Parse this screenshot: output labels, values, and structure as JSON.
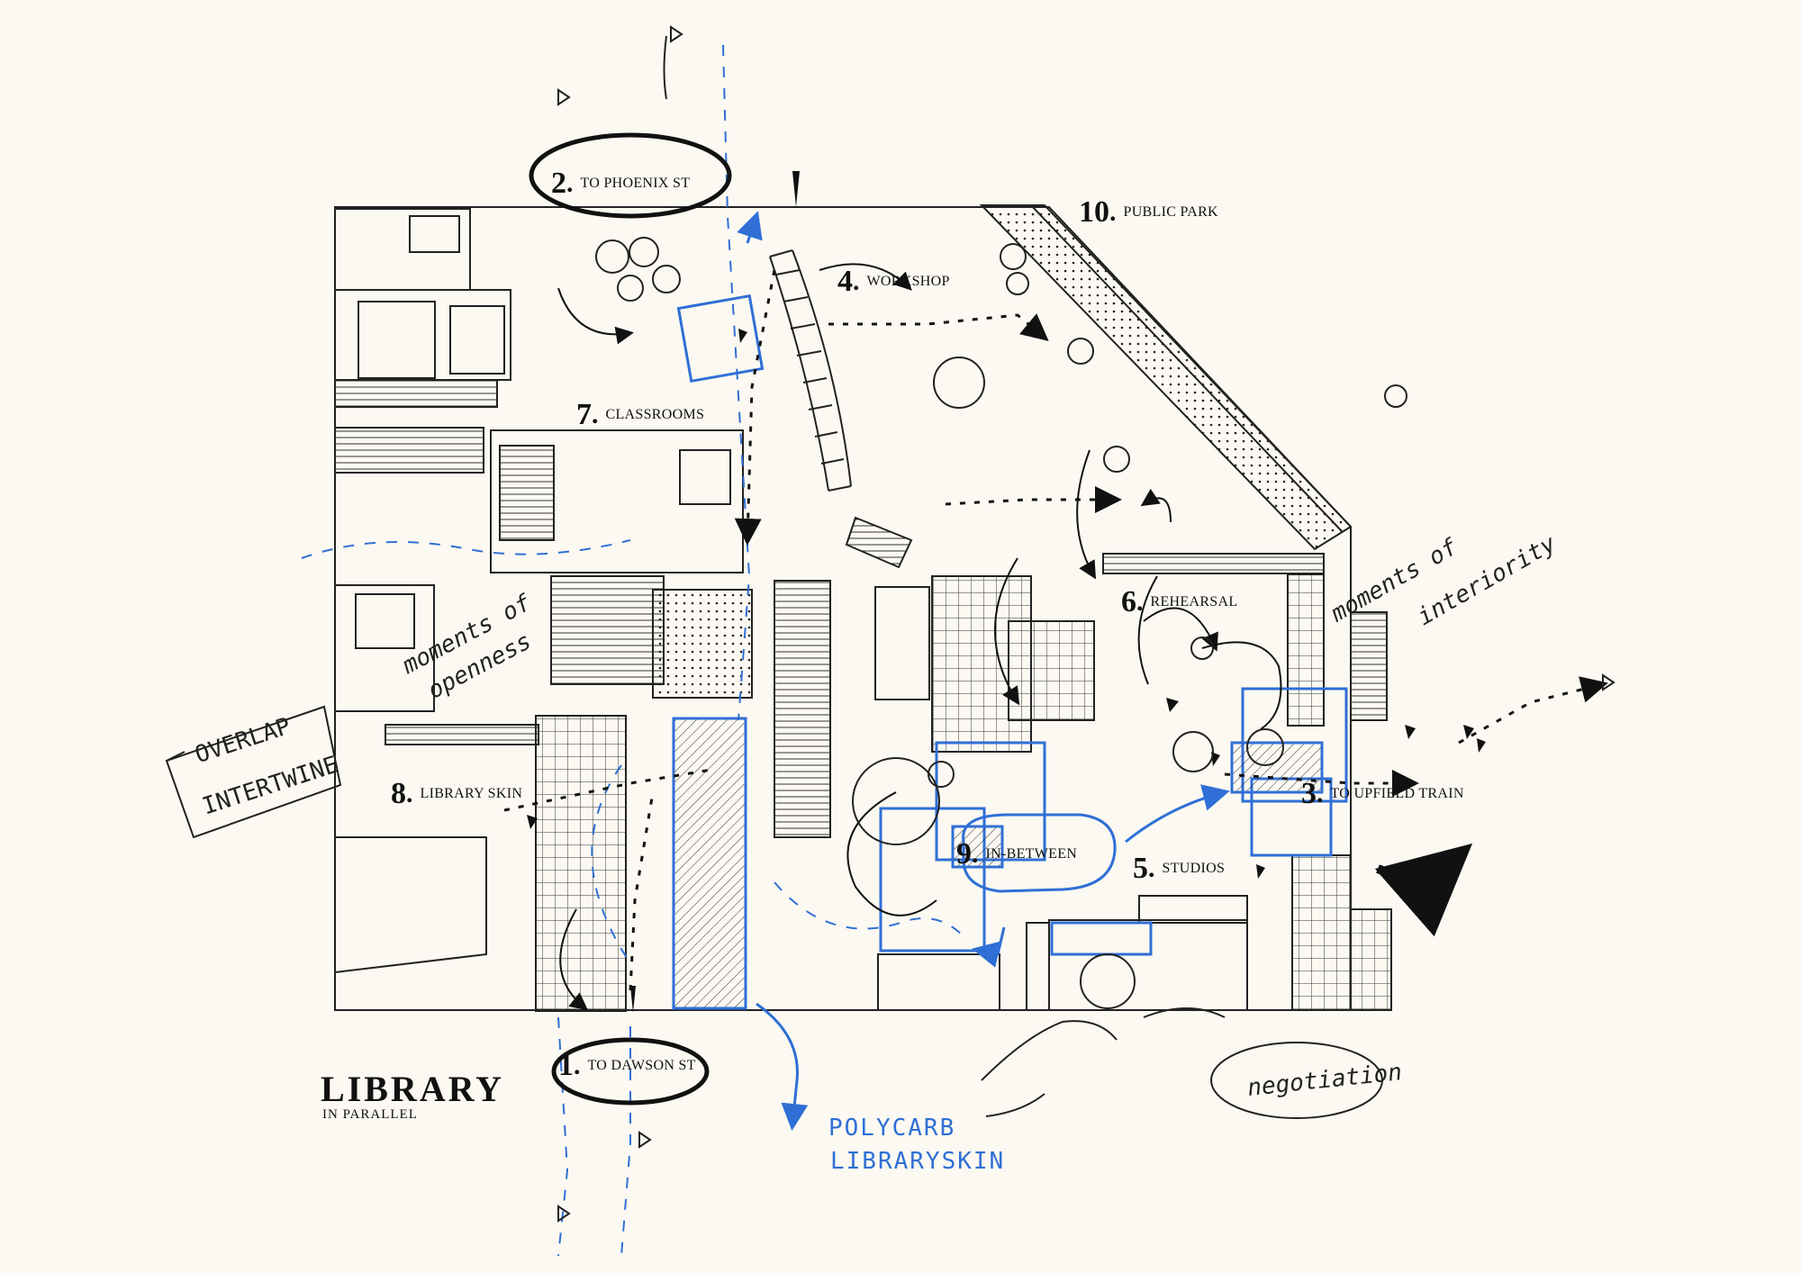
{
  "title": "LIBRARY",
  "subtitle": "IN PARALLEL",
  "labels": {
    "l1": {
      "num": "1",
      "text": "TO DAWSON ST"
    },
    "l2": {
      "num": "2",
      "text": "TO PHOENIX ST"
    },
    "l3": {
      "num": "3",
      "text": "TO UPFIELD TRAIN"
    },
    "l4": {
      "num": "4",
      "text": "WORKSHOP"
    },
    "l5": {
      "num": "5",
      "text": "STUDIOS"
    },
    "l6": {
      "num": "6",
      "text": "REHEARSAL"
    },
    "l7": {
      "num": "7",
      "text": "CLASSROOMS"
    },
    "l8": {
      "num": "8",
      "text": "LIBRARY SKIN"
    },
    "l9": {
      "num": "9",
      "text": "IN-BETWEEN"
    },
    "l10": {
      "num": "10",
      "text": "PUBLIC PARK"
    }
  },
  "notes": {
    "overlap": "OVERLAP",
    "intertwine": "INTERTWINE",
    "openness_1": "moments of",
    "openness_2": "openness",
    "interiority_1": "moments of",
    "interiority_2": "interiority",
    "polycarb_1": "POLYCARB",
    "polycarb_2": "LIBRARYSKIN",
    "negotiation": "negotiation"
  },
  "colors": {
    "paper": "#fcf9f2",
    "ink": "#111111",
    "blue_ink": "#2f6fd6"
  }
}
